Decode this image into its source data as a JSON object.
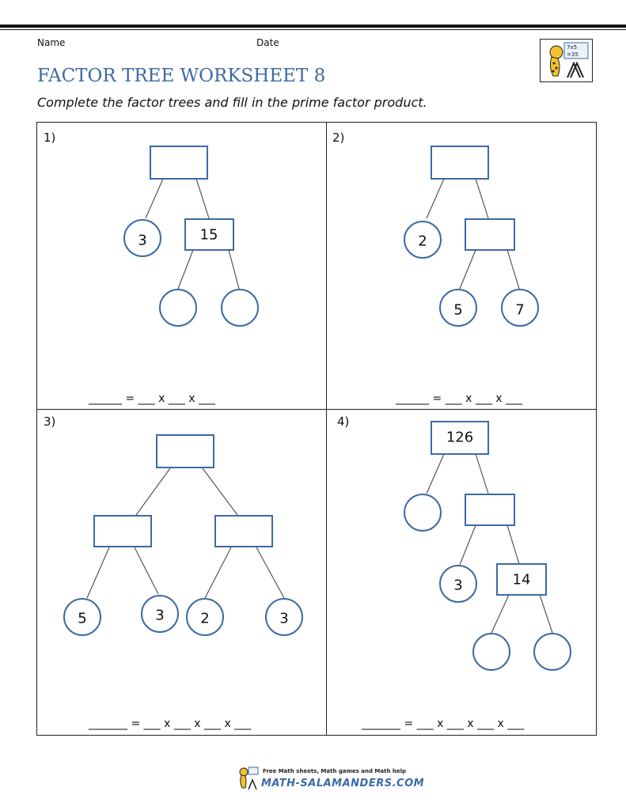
{
  "header": {
    "name_label": "Name",
    "date_label": "Date",
    "title": "FACTOR TREE WORKSHEET 8",
    "instructions": "Complete the factor trees and fill in the prime factor product.",
    "logo": {
      "card_text_1": "7x5",
      "card_text_2": "=35"
    }
  },
  "problems": [
    {
      "number": "1)",
      "values": [
        "",
        "3",
        "15",
        "",
        ""
      ],
      "answer_line": "______ = ___ x ___ x ___"
    },
    {
      "number": "2)",
      "values": [
        "",
        "2",
        "",
        "5",
        "7"
      ],
      "answer_line": "______ = ___ x ___ x ___"
    },
    {
      "number": "3)",
      "values": [
        "",
        "",
        "",
        "5",
        "3",
        "2",
        "3"
      ],
      "answer_line": "_______ = ___ x ___ x ___ x ___"
    },
    {
      "number": "4)",
      "values": [
        "126",
        "",
        "",
        "3",
        "14",
        "",
        ""
      ],
      "answer_line": "_______ = ___ x ___ x ___ x ___"
    }
  ],
  "footer": {
    "tagline": "Free Math sheets, Math games and Math help",
    "brand": "MATH-SALAMANDERS.COM"
  },
  "colors": {
    "accent": "#3d6aa5",
    "line": "#555555"
  }
}
